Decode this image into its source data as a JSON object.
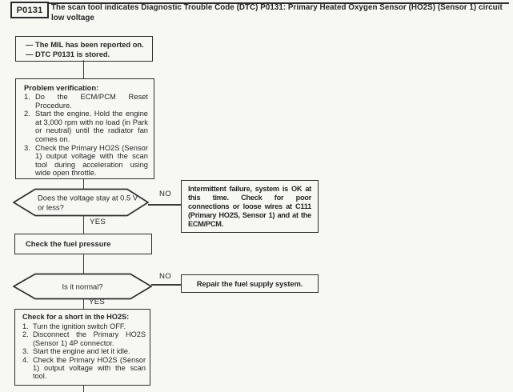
{
  "colors": {
    "ink": "#2b2b2b",
    "background": "#f7f7f4"
  },
  "header": {
    "code": "P0131",
    "description": "The scan tool indicates Diagnostic Trouble Code (DTC) P0131: Primary Heated Oxygen Sensor (HO2S) (Sensor 1) circuit low voltage"
  },
  "flow": {
    "start_box": {
      "lines": [
        "—  The MIL has been reported on.",
        "—  DTC P0131 is stored."
      ]
    },
    "problem_verification": {
      "title": "Problem verification:",
      "steps": [
        {
          "num": "1.",
          "text": "Do the ECM/PCM Reset Procedure."
        },
        {
          "num": "2.",
          "text": "Start the engine. Hold the engine at 3,000 rpm with no load (in Park or neutral) until the radiator fan comes on."
        },
        {
          "num": "3.",
          "text": "Check the Primary HO2S (Sensor 1) output voltage with the scan tool during acceleration using wide open throttle."
        }
      ]
    },
    "decision_voltage": {
      "question": "Does the voltage stay at 0.5 V or less?",
      "no_label": "NO",
      "yes_label": "YES"
    },
    "intermittent_box": {
      "text": "Intermittent failure, system is OK at this time. Check for poor connections or loose wires at C111 (Primary HO2S, Sensor 1) and at the ECM/PCM."
    },
    "fuel_pressure_box": {
      "text": "Check the fuel pressure"
    },
    "decision_normal": {
      "question": "Is it normal?",
      "no_label": "NO",
      "yes_label": "YES"
    },
    "repair_box": {
      "text": "Repair the fuel supply system."
    },
    "short_check_box": {
      "title": "Check for a short in the HO2S:",
      "steps": [
        {
          "num": "1.",
          "text": "Turn the ignition switch OFF."
        },
        {
          "num": "2.",
          "text": "Disconnect the Primary HO2S (Sensor 1) 4P connector."
        },
        {
          "num": "3.",
          "text": "Start the engine and let it idle."
        },
        {
          "num": "4.",
          "text": "Check the Primary HO2S (Sensor 1) output voltage with the scan tool."
        }
      ]
    }
  }
}
